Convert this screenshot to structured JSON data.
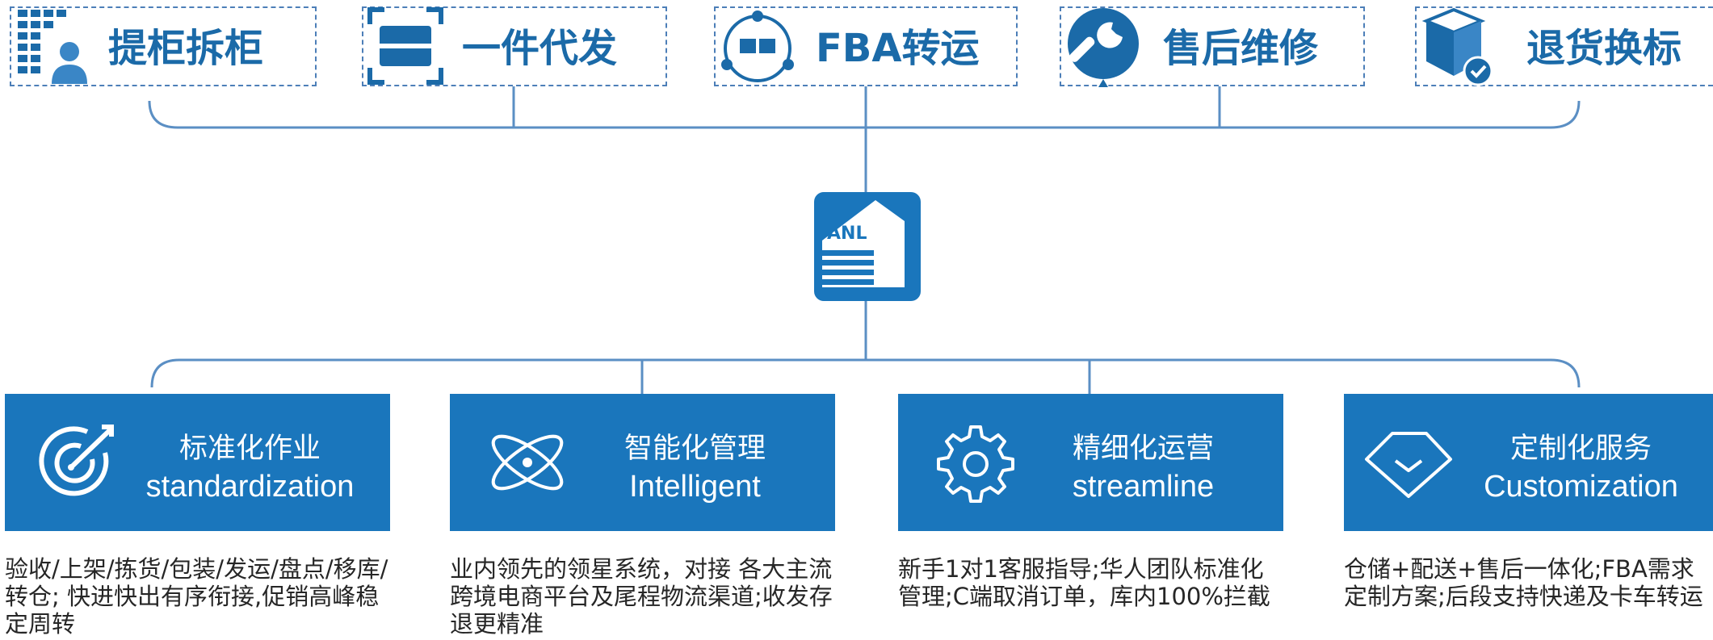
{
  "services": [
    {
      "label": "提柜拆柜",
      "icon": "container-worker-icon"
    },
    {
      "label": "一件代发",
      "icon": "package-scan-icon"
    },
    {
      "label": "FBA转运",
      "icon": "transfer-network-icon"
    },
    {
      "label": "售后维修",
      "icon": "wrench-icon"
    },
    {
      "label": "退货换标",
      "icon": "return-box-icon"
    }
  ],
  "hub": {
    "label": "ANL",
    "icon": "warehouse-icon"
  },
  "features": [
    {
      "title": "标准化作业",
      "subtitle": "standardization",
      "icon": "target-arrow-icon",
      "description": "验收/上架/拣货/包装/发运/盘点/移库/转仓; 快进快出有序衔接,促销高峰稳定周转"
    },
    {
      "title": "智能化管理",
      "subtitle": "Intelligent",
      "icon": "atom-icon",
      "description": "业内领先的领星系统，对接 各大主流跨境电商平台及尾程物流渠道;收发存退更精准"
    },
    {
      "title": "精细化运营",
      "subtitle": "streamline",
      "icon": "gear-icon",
      "description": "新手1对1客服指导;华人团队标准化管理;C端取消订单，库内100%拦截"
    },
    {
      "title": "定制化服务",
      "subtitle": "Customization",
      "icon": "diamond-icon",
      "description": "仓储+配送+售后一体化;FBA需求定制方案;后段支持快递及卡车转运"
    }
  ],
  "colors": {
    "primary": "#1a76bc",
    "line": "#4d7fb8",
    "text": "#262626"
  }
}
